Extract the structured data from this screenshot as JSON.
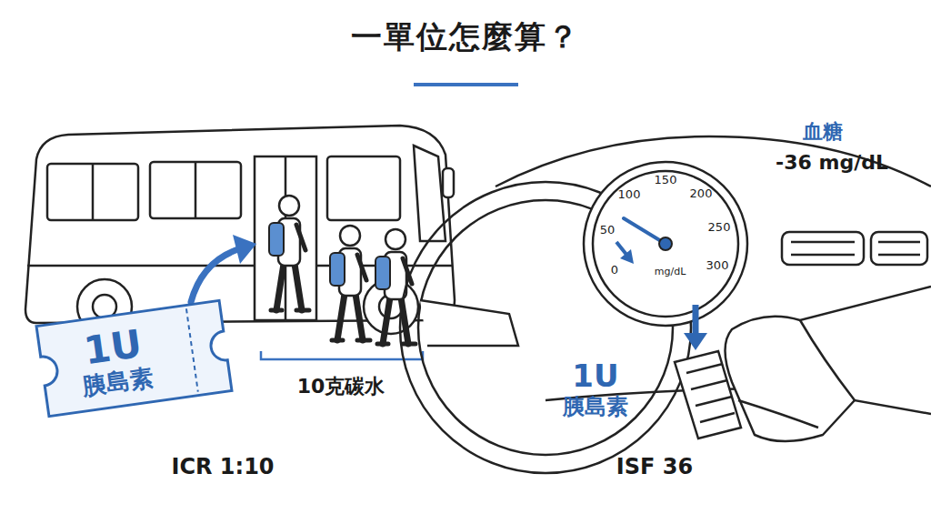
{
  "diagram": {
    "title": "一單位怎麼算？",
    "nodes": [
      {
        "text": [
          "1U",
          "胰島素"
        ]
      }
    ],
    "labels": [
      "10克碳水",
      "ICR 1:10",
      "0",
      "50",
      "100",
      "150",
      "200",
      "250",
      "300",
      "mg/dL",
      "血糖",
      "-36 mg/dL",
      "1U",
      "胰島素",
      "ISF 36"
    ]
  }
}
